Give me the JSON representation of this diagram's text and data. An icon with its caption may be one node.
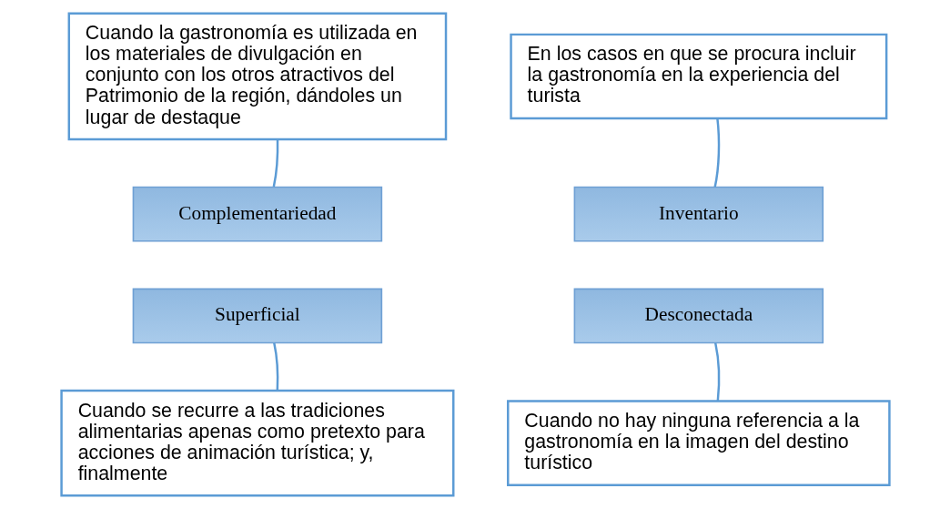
{
  "diagram": {
    "nodes": [
      {
        "text": [
          "Cuando la gastronomía es utilizada en los materiales de divulgación en conjunto con los otros atractivos del Patrimonio de la región, dándoles un lugar de destaque"
        ]
      },
      {
        "text": [
          "En los casos en que se procura incluir la gastronomía en la experiencia del turista"
        ]
      },
      {
        "text": [
          "Complementariedad"
        ]
      },
      {
        "text": [
          "Inventario"
        ]
      },
      {
        "text": [
          "Superficial"
        ]
      },
      {
        "text": [
          "Desconectada"
        ]
      },
      {
        "text": [
          "Cuando se recurre a las tradiciones alimentarias apenas como pretexto para acciones de animación turística; y, finalmente"
        ]
      },
      {
        "text": [
          "Cuando no hay ninguna referencia a la gastronomía en la imagen del destino turístico"
        ]
      }
    ],
    "edges": [
      {
        "from": 0,
        "to": 2,
        "arrow": "none"
      },
      {
        "from": 1,
        "to": 3,
        "arrow": "none"
      },
      {
        "from": 6,
        "to": 4,
        "arrow": "none"
      },
      {
        "from": 7,
        "to": 5,
        "arrow": "none"
      }
    ]
  }
}
